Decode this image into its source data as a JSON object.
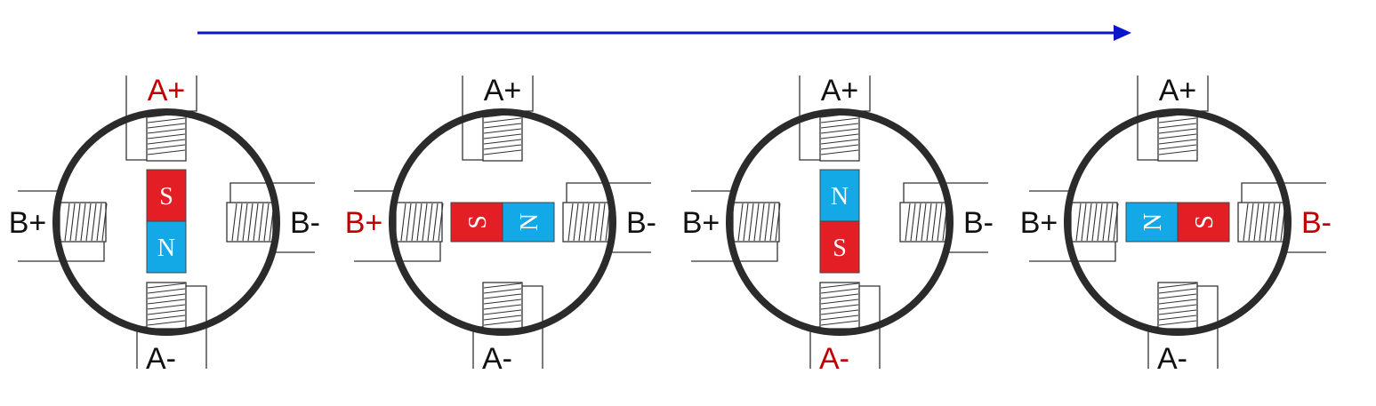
{
  "colors": {
    "arrow": "#0a14c8",
    "active_label": "#c00000",
    "inactive_label": "#111111",
    "magnet_s": "#e31e24",
    "magnet_n": "#13a9e6",
    "stator_ring": "#2b2b2b"
  },
  "stages": [
    {
      "labels": {
        "a_plus": "A+",
        "a_minus": "A-",
        "b_plus": "B+",
        "b_minus": "B-"
      },
      "active_terminal": "a_plus",
      "magnet": {
        "orientation": "vertical",
        "first_pole": "S",
        "second_pole": "N"
      }
    },
    {
      "labels": {
        "a_plus": "A+",
        "a_minus": "A-",
        "b_plus": "B+",
        "b_minus": "B-"
      },
      "active_terminal": "b_plus",
      "magnet": {
        "orientation": "horizontal",
        "first_pole": "S",
        "second_pole": "N"
      }
    },
    {
      "labels": {
        "a_plus": "A+",
        "a_minus": "A-",
        "b_plus": "B+",
        "b_minus": "B-"
      },
      "active_terminal": "a_minus",
      "magnet": {
        "orientation": "vertical",
        "first_pole": "N",
        "second_pole": "S"
      }
    },
    {
      "labels": {
        "a_plus": "A+",
        "a_minus": "A-",
        "b_plus": "B+",
        "b_minus": "B-"
      },
      "active_terminal": "b_minus",
      "magnet": {
        "orientation": "horizontal",
        "first_pole": "N",
        "second_pole": "S"
      }
    }
  ]
}
